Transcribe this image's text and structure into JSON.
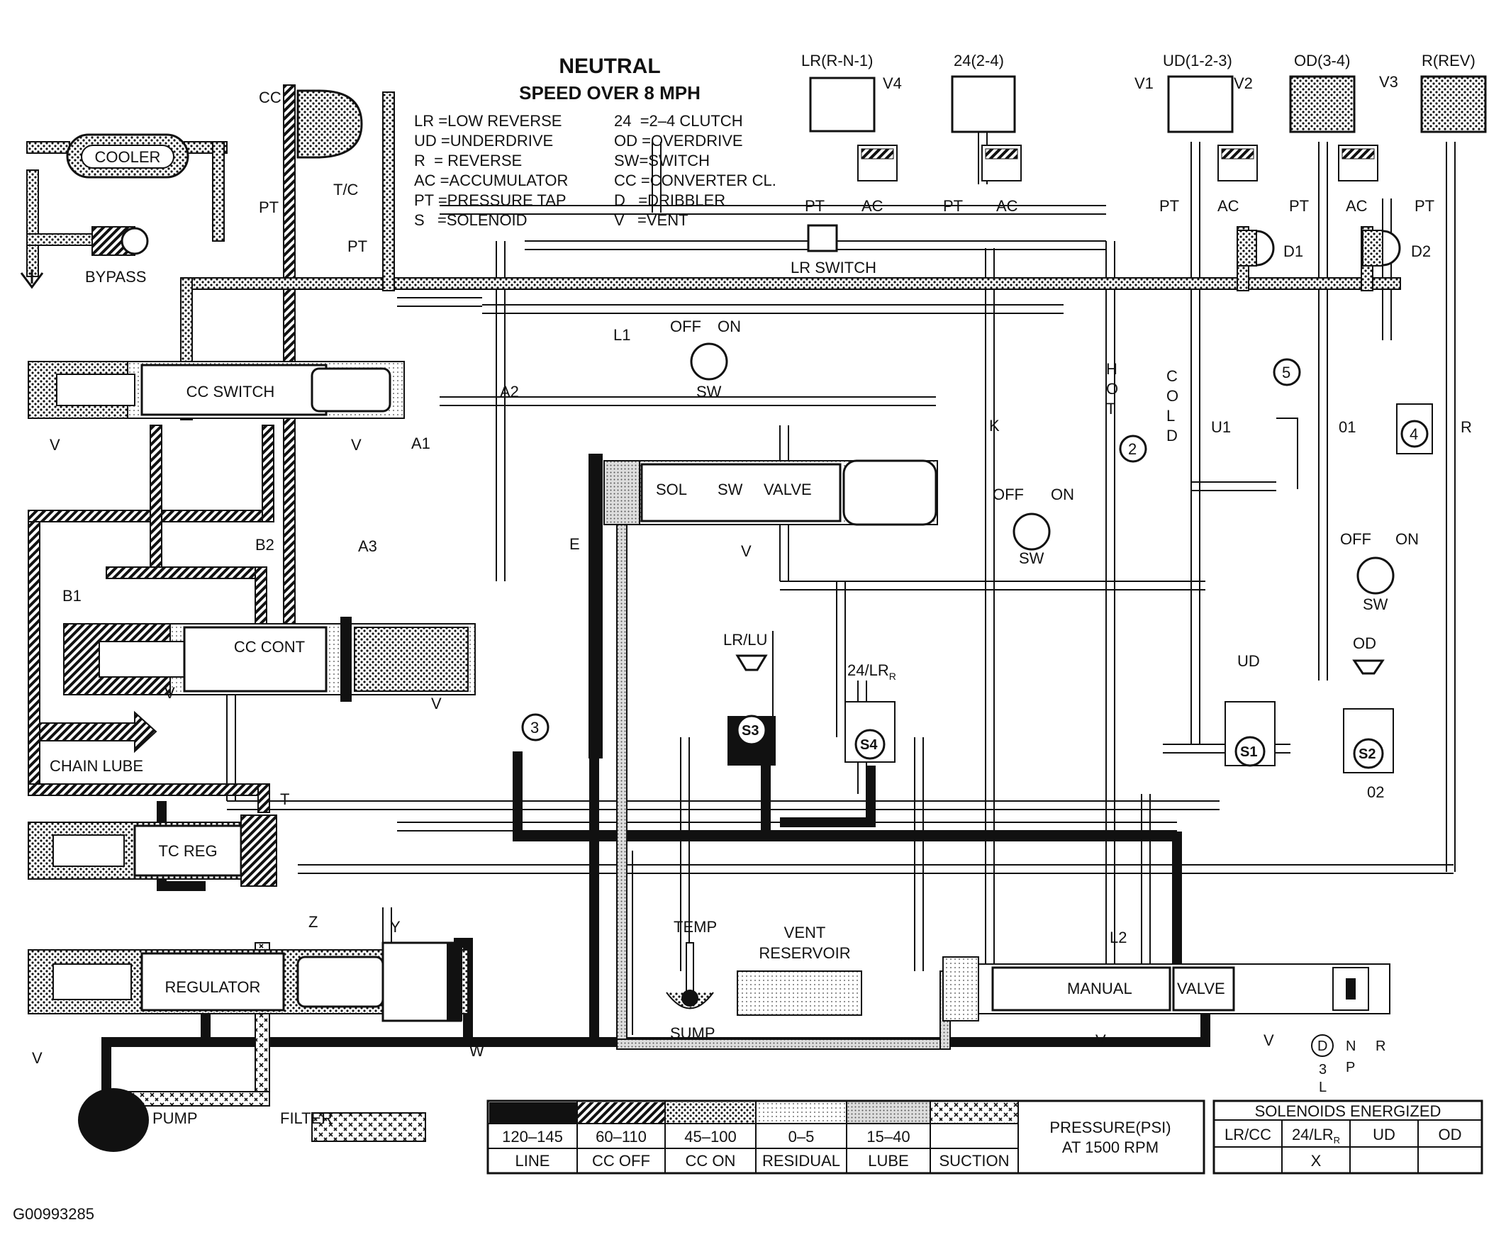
{
  "header": {
    "title": "NEUTRAL",
    "subtitle": "SPEED OVER 8 MPH"
  },
  "abbreviations": {
    "left": [
      "LR =LOW REVERSE",
      "UD =UNDERDRIVE",
      "R  = REVERSE",
      "AC =ACCUMULATOR",
      "PT =PRESSURE TAP",
      "S   =SOLENOID"
    ],
    "right": [
      "24  =2–4 CLUTCH",
      "OD =OVERDRIVE",
      "SW=SWITCH",
      "CC =CONVERTER CL.",
      "D   =DRIBBLER",
      "V   =VENT"
    ]
  },
  "labels": {
    "cc": "CC",
    "cooler": "COOLER",
    "tc": "T/C",
    "pt": "PT",
    "bypass": "BYPASS",
    "cc_switch": "CC SWITCH",
    "v": "V",
    "a1": "A1",
    "a2": "A2",
    "a3": "A3",
    "b1": "B1",
    "b2": "B2",
    "cc_cont": "CC CONT",
    "chain_lube": "CHAIN LUBE",
    "t": "T",
    "tc_reg": "TC REG",
    "regulator": "REGULATOR",
    "z": "Z",
    "y": "Y",
    "w": "W",
    "pump": "PUMP",
    "filter": "FILTER",
    "e": "E",
    "l1": "L1",
    "off": "OFF",
    "on": "ON",
    "sw": "SW",
    "sol": "SOL",
    "sw_valve": "SW",
    "valve": "VALVE",
    "lr_switch": "LR SWITCH",
    "lr_rn1": "LR(R-N-1)",
    "v4": "V4",
    "ac": "AC",
    "c24": "24(2-4)",
    "ud123": "UD(1-2-3)",
    "v1": "V1",
    "v2": "V2",
    "od34": "OD(3-4)",
    "v3": "V3",
    "rrev": "R(REV)",
    "d1": "D1",
    "d2": "D2",
    "k": "K",
    "hot": "HOT",
    "cold": "COLD",
    "u1": "U1",
    "o1": "01",
    "r": "R",
    "n2": "2",
    "n3": "3",
    "n4": "4",
    "n5": "5",
    "lrlu": "LR/LU",
    "lr24": "24/LR",
    "lr24_sub": "R",
    "s1": "S1",
    "s2": "S2",
    "s3": "S3",
    "s4": "S4",
    "ud": "UD",
    "od": "OD",
    "o2": "02",
    "temp": "TEMP",
    "sump": "SUMP",
    "vent_reservoir_1": "VENT",
    "vent_reservoir_2": "RESERVOIR",
    "manual": "MANUAL",
    "manual_valve": "VALVE",
    "l2": "L2",
    "d_pos": "D",
    "n3l": "3",
    "l": "L",
    "np": "N",
    "p": "P",
    "rpos": "R",
    "figure_id": "G00993285"
  },
  "legend": {
    "pressure_title_1": "PRESSURE(PSI)",
    "pressure_title_2": "AT 1500 RPM",
    "items": [
      {
        "range": "120–145",
        "name": "LINE"
      },
      {
        "range": "60–110",
        "name": "CC OFF"
      },
      {
        "range": "45–100",
        "name": "CC ON"
      },
      {
        "range": "0–5",
        "name": "RESIDUAL"
      },
      {
        "range": "15–40",
        "name": "LUBE"
      },
      {
        "range": "",
        "name": "SUCTION"
      }
    ]
  },
  "solenoids": {
    "title": "SOLENOIDS ENERGIZED",
    "columns": [
      "LR/CC",
      "24/LR",
      "UD",
      "OD"
    ],
    "col2_sub": "R",
    "values": [
      "",
      "X",
      "",
      ""
    ]
  }
}
